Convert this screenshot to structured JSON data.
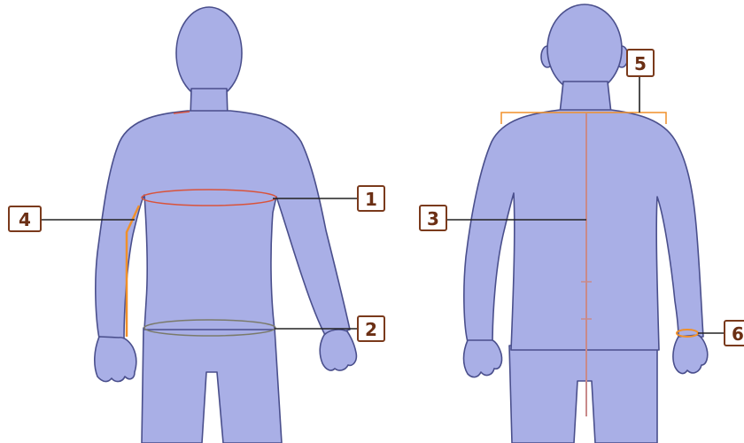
{
  "colors": {
    "body_fill": "#a9afe6",
    "body_outline": "#4a4f8c",
    "measure_red": "#d9533b",
    "measure_orange": "#f0902a",
    "callout_border": "#7a3a1c"
  },
  "callouts": {
    "chest": "1",
    "waist": "2",
    "back_length": "3",
    "arm_length": "4",
    "shoulder_width": "5",
    "wrist": "6"
  }
}
